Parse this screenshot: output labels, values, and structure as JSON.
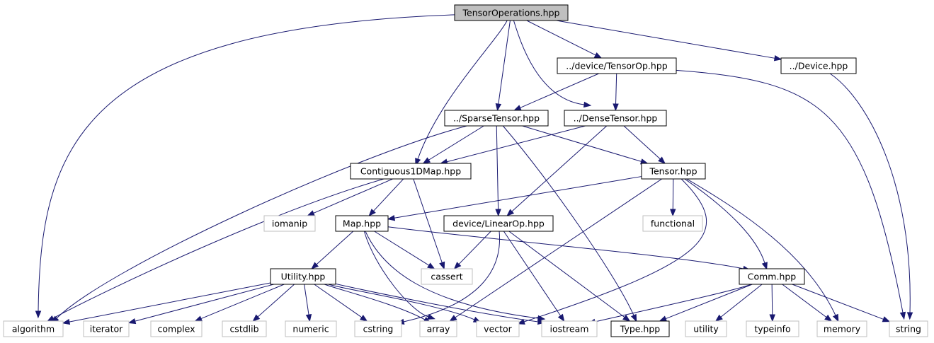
{
  "colors": {
    "edge": "#191970",
    "root_fill": "#bfbfbf",
    "node_fill": "#ffffff",
    "local_border": "#000000",
    "system_border": "#bfbfbf",
    "text": "#000000"
  },
  "nodes": [
    {
      "id": "root",
      "label": "TensorOperations.hpp",
      "kind": "root"
    },
    {
      "id": "tensorop",
      "label": "../device/TensorOp.hpp",
      "kind": "local"
    },
    {
      "id": "device",
      "label": "../Device.hpp",
      "kind": "local"
    },
    {
      "id": "sparse",
      "label": "../SparseTensor.hpp",
      "kind": "local"
    },
    {
      "id": "dense",
      "label": "../DenseTensor.hpp",
      "kind": "local"
    },
    {
      "id": "contig",
      "label": "Contiguous1DMap.hpp",
      "kind": "local"
    },
    {
      "id": "tensor",
      "label": "Tensor.hpp",
      "kind": "local"
    },
    {
      "id": "iomanip",
      "label": "iomanip",
      "kind": "system"
    },
    {
      "id": "map",
      "label": "Map.hpp",
      "kind": "local"
    },
    {
      "id": "linearop",
      "label": "device/LinearOp.hpp",
      "kind": "local"
    },
    {
      "id": "functional",
      "label": "functional",
      "kind": "system"
    },
    {
      "id": "utility_hpp",
      "label": "Utility.hpp",
      "kind": "local"
    },
    {
      "id": "cassert",
      "label": "cassert",
      "kind": "system"
    },
    {
      "id": "comm",
      "label": "Comm.hpp",
      "kind": "local"
    },
    {
      "id": "algorithm",
      "label": "algorithm",
      "kind": "system"
    },
    {
      "id": "iterator",
      "label": "iterator",
      "kind": "system"
    },
    {
      "id": "complex",
      "label": "complex",
      "kind": "system"
    },
    {
      "id": "cstdlib",
      "label": "cstdlib",
      "kind": "system"
    },
    {
      "id": "numeric",
      "label": "numeric",
      "kind": "system"
    },
    {
      "id": "cstring",
      "label": "cstring",
      "kind": "system"
    },
    {
      "id": "array",
      "label": "array",
      "kind": "system"
    },
    {
      "id": "vector",
      "label": "vector",
      "kind": "system"
    },
    {
      "id": "iostream",
      "label": "iostream",
      "kind": "system"
    },
    {
      "id": "type",
      "label": "Type.hpp",
      "kind": "local"
    },
    {
      "id": "utility",
      "label": "utility",
      "kind": "system"
    },
    {
      "id": "typeinfo",
      "label": "typeinfo",
      "kind": "system"
    },
    {
      "id": "memory",
      "label": "memory",
      "kind": "system"
    },
    {
      "id": "string",
      "label": "string",
      "kind": "system"
    }
  ],
  "edges": [
    {
      "from": "root",
      "to": "algorithm"
    },
    {
      "from": "root",
      "to": "contig"
    },
    {
      "from": "root",
      "to": "sparse"
    },
    {
      "from": "root",
      "to": "dense"
    },
    {
      "from": "root",
      "to": "tensorop"
    },
    {
      "from": "root",
      "to": "device"
    },
    {
      "from": "tensorop",
      "to": "sparse"
    },
    {
      "from": "tensorop",
      "to": "dense"
    },
    {
      "from": "tensorop",
      "to": "string"
    },
    {
      "from": "device",
      "to": "string"
    },
    {
      "from": "sparse",
      "to": "algorithm"
    },
    {
      "from": "sparse",
      "to": "contig"
    },
    {
      "from": "sparse",
      "to": "linearop"
    },
    {
      "from": "sparse",
      "to": "tensor"
    },
    {
      "from": "sparse",
      "to": "type"
    },
    {
      "from": "dense",
      "to": "contig"
    },
    {
      "from": "dense",
      "to": "tensor"
    },
    {
      "from": "dense",
      "to": "linearop"
    },
    {
      "from": "contig",
      "to": "algorithm"
    },
    {
      "from": "contig",
      "to": "iomanip"
    },
    {
      "from": "contig",
      "to": "map"
    },
    {
      "from": "contig",
      "to": "cassert"
    },
    {
      "from": "tensor",
      "to": "map"
    },
    {
      "from": "tensor",
      "to": "functional"
    },
    {
      "from": "tensor",
      "to": "array"
    },
    {
      "from": "tensor",
      "to": "vector"
    },
    {
      "from": "tensor",
      "to": "comm"
    },
    {
      "from": "tensor",
      "to": "memory"
    },
    {
      "from": "map",
      "to": "utility_hpp"
    },
    {
      "from": "map",
      "to": "cassert"
    },
    {
      "from": "map",
      "to": "array"
    },
    {
      "from": "map",
      "to": "iostream"
    },
    {
      "from": "map",
      "to": "comm"
    },
    {
      "from": "linearop",
      "to": "cassert"
    },
    {
      "from": "linearop",
      "to": "cstring"
    },
    {
      "from": "linearop",
      "to": "iostream"
    },
    {
      "from": "linearop",
      "to": "type"
    },
    {
      "from": "utility_hpp",
      "to": "algorithm"
    },
    {
      "from": "utility_hpp",
      "to": "iterator"
    },
    {
      "from": "utility_hpp",
      "to": "complex"
    },
    {
      "from": "utility_hpp",
      "to": "cstdlib"
    },
    {
      "from": "utility_hpp",
      "to": "numeric"
    },
    {
      "from": "utility_hpp",
      "to": "cstring"
    },
    {
      "from": "utility_hpp",
      "to": "array"
    },
    {
      "from": "utility_hpp",
      "to": "vector"
    },
    {
      "from": "utility_hpp",
      "to": "iostream"
    },
    {
      "from": "comm",
      "to": "iostream"
    },
    {
      "from": "comm",
      "to": "type"
    },
    {
      "from": "comm",
      "to": "utility"
    },
    {
      "from": "comm",
      "to": "typeinfo"
    },
    {
      "from": "comm",
      "to": "memory"
    },
    {
      "from": "comm",
      "to": "string"
    }
  ]
}
